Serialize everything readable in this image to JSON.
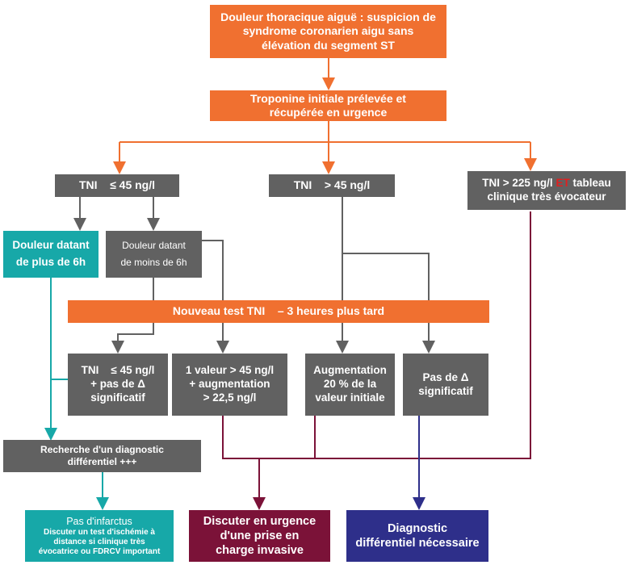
{
  "colors": {
    "orange": "#f07030",
    "gray": "#616161",
    "teal": "#17a8a8",
    "maroon": "#7b1238",
    "navy": "#2e2f8a",
    "et_red": "#e02020"
  },
  "nodes": {
    "start": [
      "Douleur thoracique aiguë : suspicion de",
      "syndrome coronarien aigu sans",
      "élévation du segment ST"
    ],
    "troponine": [
      "Troponine initiale prélevée et",
      "récupérée en urgence"
    ],
    "tni_low": "TNI    ≤ 45 ng/l",
    "tni_mid": "TNI    > 45 ng/l",
    "tni_high": {
      "pre": "TNI > 225 ng/l ",
      "et": "ET",
      "post": " tableau",
      "line2": "clinique très évocateur"
    },
    "plus_6h": [
      "Douleur datant",
      "de plus de 6h"
    ],
    "moins_6h": [
      "Douleur datant",
      "de moins de 6h"
    ],
    "nouveau_test": "Nouveau test TNI    – 3 heures plus tard",
    "tni_low2": [
      "TNI    ≤ 45 ng/l",
      "+ pas de Δ",
      "significatif"
    ],
    "une_valeur": [
      "1 valeur > 45 ng/l",
      "+ augmentation",
      "> 22,5 ng/l"
    ],
    "augmentation": [
      "Augmentation",
      "20 % de la",
      "valeur initiale"
    ],
    "pas_delta": [
      "Pas de Δ",
      "significatif"
    ],
    "recherche": [
      "Recherche d'un diagnostic",
      "différentiel +++"
    ],
    "pas_infarctus": {
      "title": "Pas d'infarctus",
      "lines": [
        "Discuter un test d'ischémie à",
        "distance si clinique très",
        "évocatrice ou FDRCV important"
      ]
    },
    "discuter": [
      "Discuter en urgence",
      "d'une prise en",
      "charge invasive"
    ],
    "diagnostic": [
      "Diagnostic",
      "différentiel nécessaire"
    ]
  }
}
